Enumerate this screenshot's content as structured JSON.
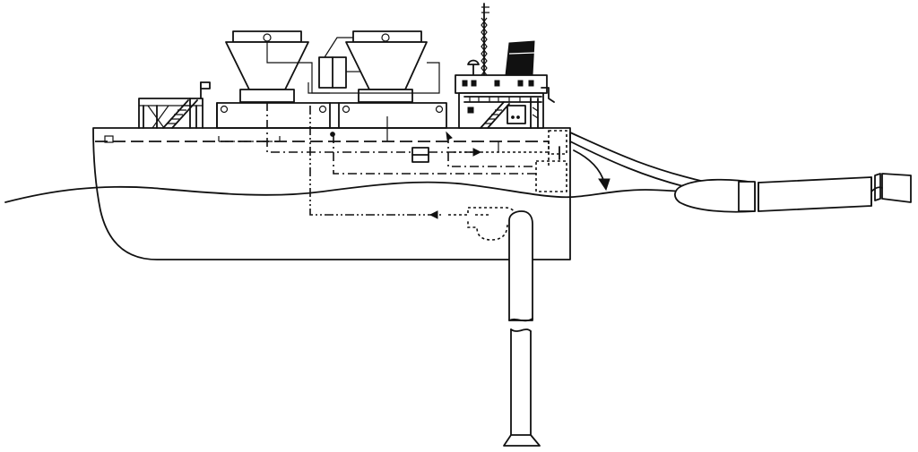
{
  "diagram": {
    "colors": {
      "line": "#111111",
      "background": "#ffffff"
    },
    "parts": [
      "hull",
      "waterline",
      "hopper-left",
      "hopper-right",
      "central-unit",
      "bridge-house",
      "funnel",
      "radio-mast",
      "bow-railing",
      "bow-flag",
      "discharge-pipeline",
      "floating-pipe-sections",
      "suction-pipe",
      "suction-head",
      "dredge-pump",
      "flow-arrows"
    ]
  }
}
